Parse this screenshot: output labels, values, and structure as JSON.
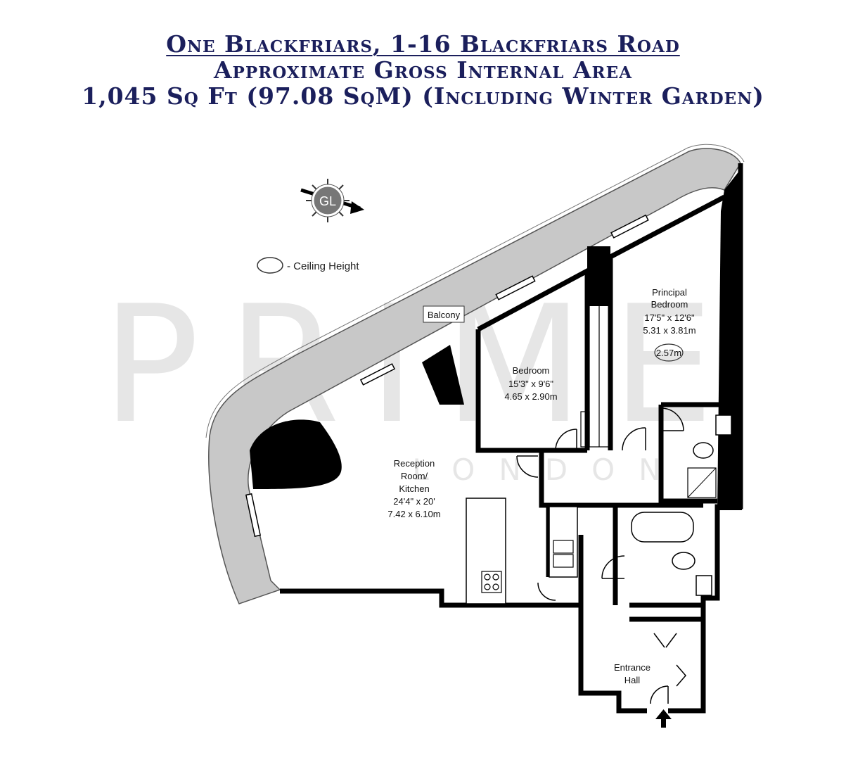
{
  "title": {
    "line1": "One Blackfriars, 1-16 Blackfriars Road",
    "line2": "Approximate Gross Internal Area",
    "line3": "1,045 Sq Ft (97.08 SqM) (Including Winter Garden)"
  },
  "watermark": {
    "brand": "PRIME",
    "sub": "LONDON"
  },
  "compass": {
    "label": "GL"
  },
  "legend": {
    "text": "- Ceiling Height"
  },
  "rooms": {
    "balcony": "Balcony",
    "principal_bedroom": {
      "name1": "Principal",
      "name2": "Bedroom",
      "imperial": "17'5\" x 12'6\"",
      "metric": "5.31 x 3.81m",
      "ceiling": "2.57m"
    },
    "bedroom": {
      "name": "Bedroom",
      "imperial": "15'3\" x 9'6\"",
      "metric": "4.65 x 2.90m"
    },
    "reception": {
      "name1": "Reception",
      "name2": "Room/",
      "name3": "Kitchen",
      "imperial": "24'4\" x 20'",
      "metric": "7.42 x 6.10m"
    },
    "entrance": {
      "name1": "Entrance",
      "name2": "Hall"
    }
  },
  "colors": {
    "title": "#1b1f5c",
    "balcony": "#c8c8c8",
    "wall": "#000000"
  }
}
